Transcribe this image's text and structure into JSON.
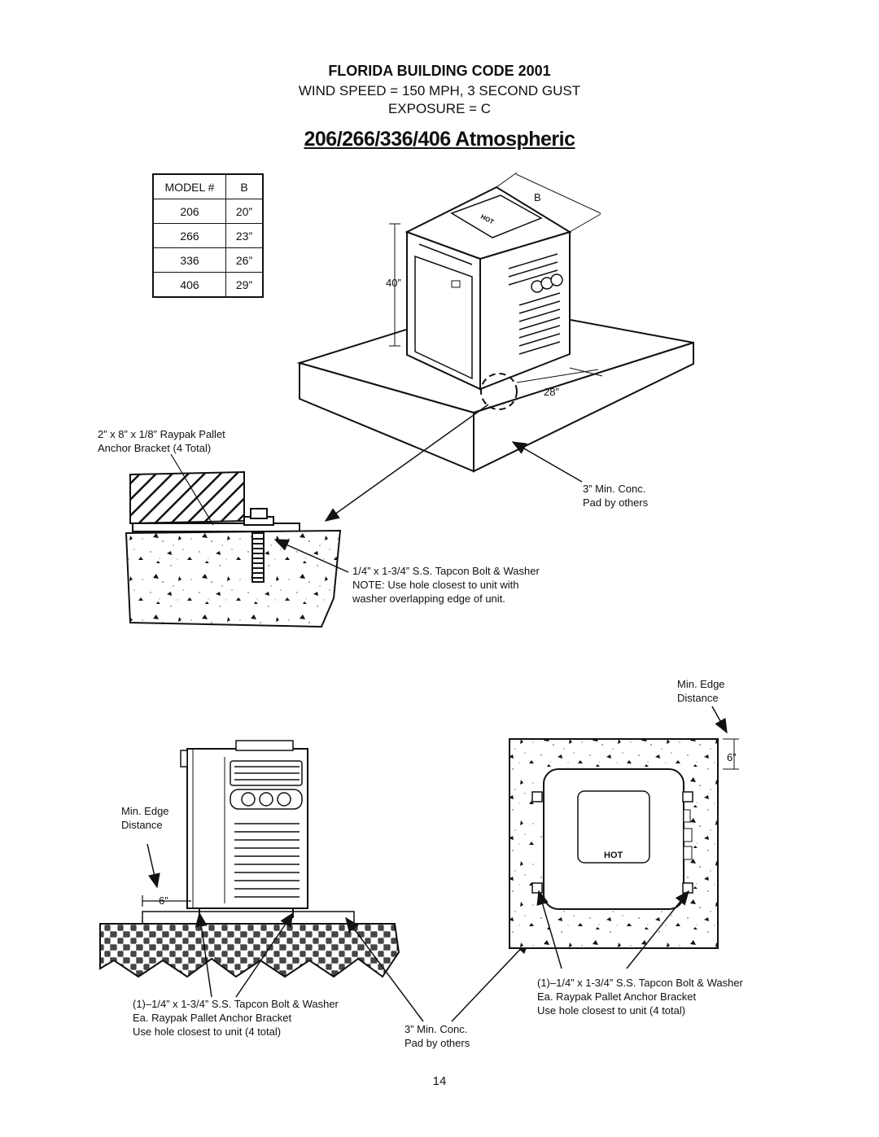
{
  "header": {
    "code_title": "FLORIDA BUILDING CODE 2001",
    "wind_speed": "WIND SPEED = 150 MPH, 3 SECOND GUST",
    "exposure": "EXPOSURE = C",
    "title": "206/266/336/406 Atmospheric"
  },
  "model_table": {
    "headers": [
      "MODEL #",
      "B"
    ],
    "rows": [
      [
        "206",
        "20”"
      ],
      [
        "266",
        "23”"
      ],
      [
        "336",
        "26”"
      ],
      [
        "406",
        "29”"
      ]
    ]
  },
  "dimensions": {
    "width_b": "B",
    "height": "40”",
    "depth": "28”",
    "edge_distance_right": "6”",
    "edge_distance_left": "6”"
  },
  "callouts": {
    "bracket_top": "2” x 8” x 1/8”  Raypak Pallet",
    "bracket_bottom": "Anchor Bracket (4 Total)",
    "pad_top_1": "3” Min. Conc.",
    "pad_top_2": "Pad by others",
    "bolt_1": "1/4” x 1-3/4” S.S. Tapcon Bolt & Washer",
    "bolt_2": "NOTE: Use hole closest to unit with",
    "bolt_3": "washer overlapping edge of unit.",
    "edge_right_1": "Min. Edge",
    "edge_right_2": "Distance",
    "edge_left_1": "Min. Edge",
    "edge_left_2": "Distance",
    "anchor_left_1": "(1)–1/4” x 1-3/4” S.S. Tapcon Bolt & Washer",
    "anchor_left_2": "Ea. Raypak Pallet Anchor Bracket",
    "anchor_left_3": "Use hole closest to unit (4 total)",
    "pad_bottom_1": "3” Min. Conc.",
    "pad_bottom_2": "Pad by others",
    "anchor_right_1": "(1)–1/4” x 1-3/4” S.S. Tapcon Bolt & Washer",
    "anchor_right_2": "Ea. Raypak Pallet Anchor Bracket",
    "anchor_right_3": "Use hole closest to unit (4 total)",
    "hot_label": "HOT",
    "top_badge": "HOT"
  },
  "page_number": "14"
}
